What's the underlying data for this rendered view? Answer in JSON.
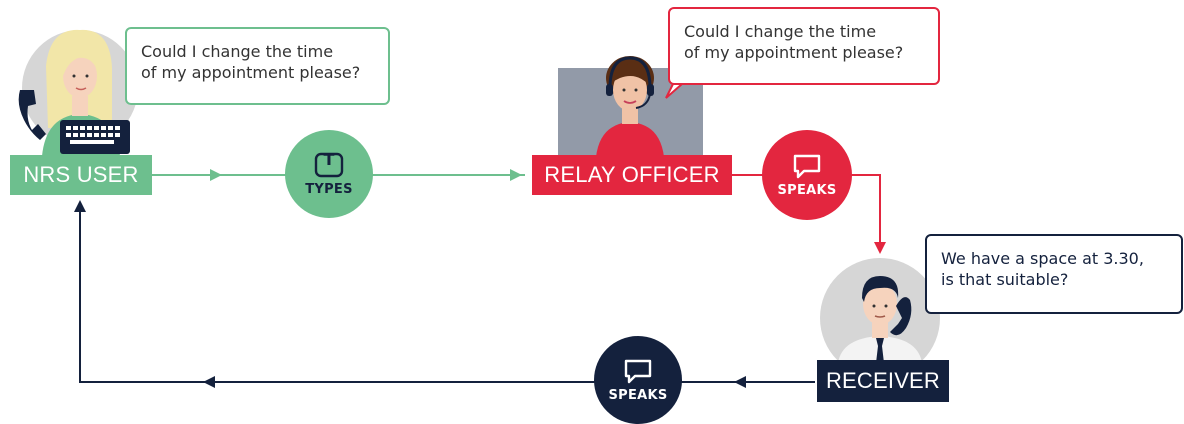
{
  "nrs_user": {
    "label": "NRS USER",
    "speech": [
      "Could I change the time",
      "of my appointment please?"
    ]
  },
  "types_step": {
    "label": "TYPES",
    "icon_letter": "T",
    "icon": "text-typing-icon"
  },
  "relay_officer": {
    "label": "RELAY OFFICER",
    "speech": [
      "Could I change the time",
      "of my appointment please?"
    ]
  },
  "relay_speaks_step": {
    "label": "SPEAKS",
    "icon": "speech-bubble-icon"
  },
  "receiver": {
    "label": "RECEIVER",
    "speech": [
      "We have a space at 3.30,",
      "is that suitable?"
    ]
  },
  "receiver_speaks_step": {
    "label": "SPEAKS",
    "icon": "speech-bubble-icon"
  },
  "colors": {
    "green": "#6dbf8e",
    "red": "#e3263f",
    "navy": "#14213d",
    "grey": "#d4d4d4"
  }
}
